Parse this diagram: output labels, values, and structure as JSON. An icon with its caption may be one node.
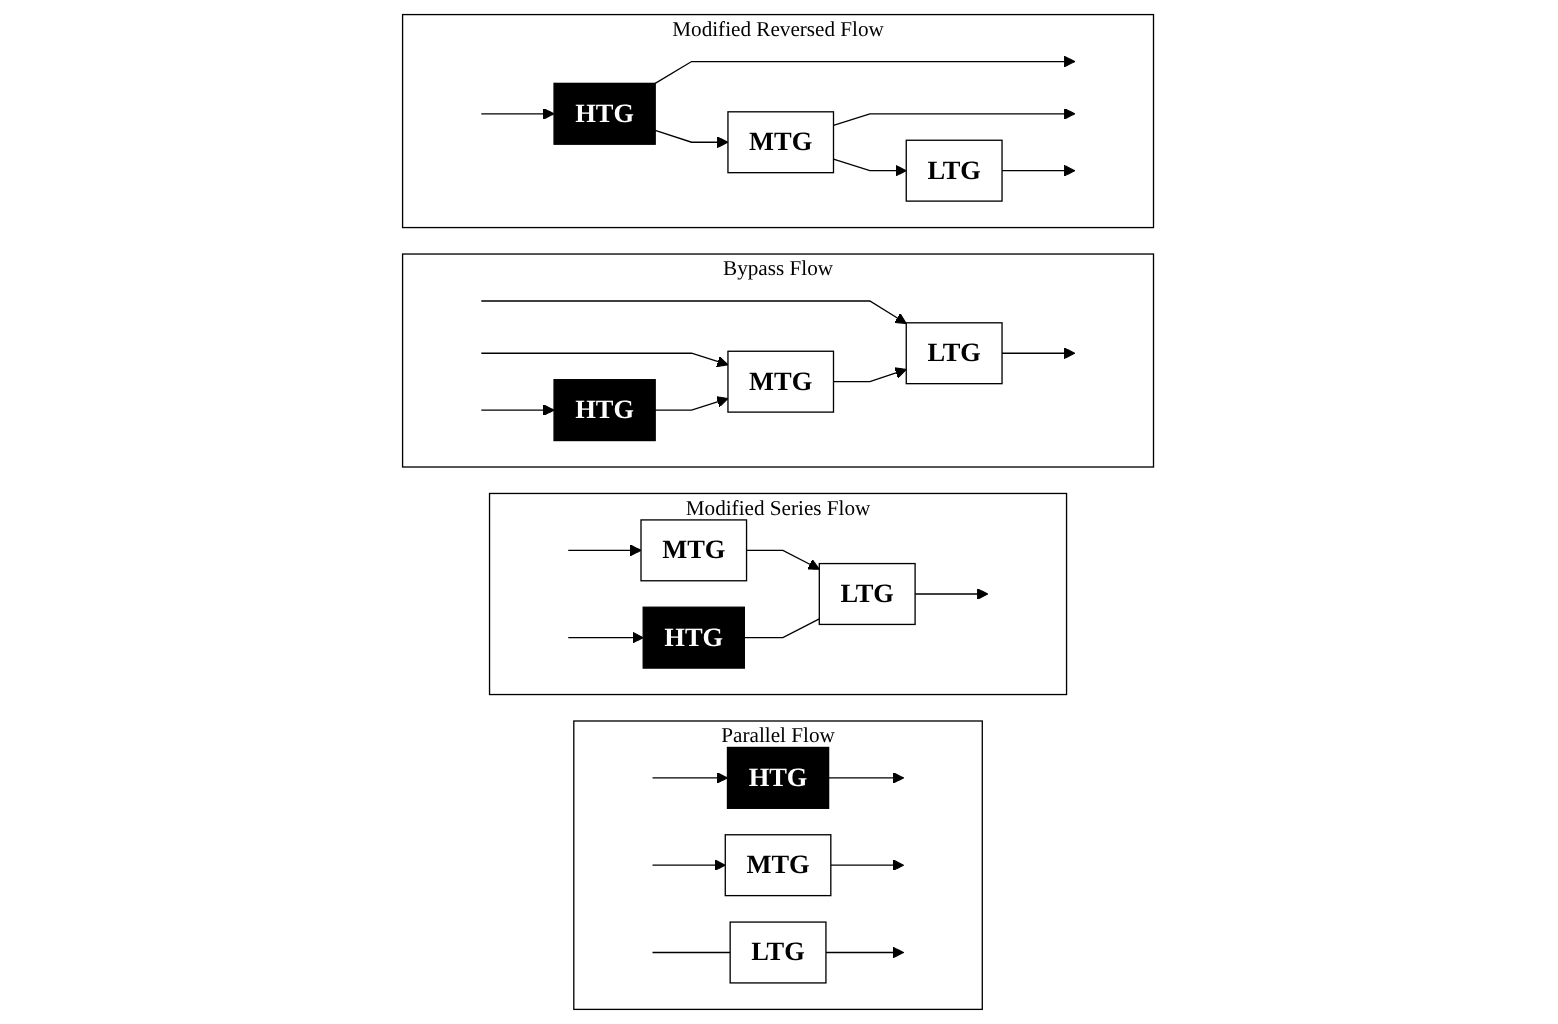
{
  "diagram": {
    "nodes": [
      {
        "text": [
          "Parallel Flow"
        ]
      },
      {
        "text": [
          "HTG"
        ],
        "in": 0
      },
      {
        "text": [
          "MTG"
        ],
        "in": 0
      },
      {
        "text": [
          "LTG"
        ],
        "in": 0
      },
      {
        "text": [
          "Modified Series Flow"
        ]
      },
      {
        "text": [
          "HTG"
        ],
        "in": 4
      },
      {
        "text": [
          "MTG"
        ],
        "in": 4
      },
      {
        "text": [
          "LTG"
        ],
        "in": 4
      },
      {
        "text": [
          "Bypass Flow"
        ]
      },
      {
        "text": [
          "HTG"
        ],
        "in": 8
      },
      {
        "text": [
          "MTG"
        ],
        "in": 8
      },
      {
        "text": [
          "LTG"
        ],
        "in": 8
      },
      {
        "text": [
          "Modified Reversed Flow"
        ]
      },
      {
        "text": [
          "HTG"
        ],
        "in": 12
      },
      {
        "text": [
          "MTG"
        ],
        "in": 12
      },
      {
        "text": [
          "LTG"
        ],
        "in": 12
      }
    ],
    "edges": [
      {
        "from": null,
        "to": 1,
        "arrow": "to"
      },
      {
        "from": null,
        "to": 2,
        "arrow": "to"
      },
      {
        "from": null,
        "to": 3,
        "arrow": "none"
      },
      {
        "from": 1,
        "to": null,
        "arrow": "to"
      },
      {
        "from": 2,
        "to": null,
        "arrow": "to"
      },
      {
        "from": 3,
        "to": null,
        "arrow": "to"
      },
      {
        "from": null,
        "to": 5,
        "arrow": "to"
      },
      {
        "from": null,
        "to": 6,
        "arrow": "to"
      },
      {
        "from": 6,
        "to": 7,
        "arrow": "to"
      },
      {
        "from": 5,
        "to": 7,
        "arrow": "none"
      },
      {
        "from": 7,
        "to": null,
        "arrow": "to"
      },
      {
        "from": null,
        "to": 9,
        "arrow": "to"
      },
      {
        "from": null,
        "to": 10,
        "arrow": "to"
      },
      {
        "from": null,
        "to": 11,
        "arrow": "to"
      },
      {
        "from": 9,
        "to": 10,
        "arrow": "to"
      },
      {
        "from": 10,
        "to": 11,
        "arrow": "to"
      },
      {
        "from": 11,
        "to": null,
        "arrow": "to"
      },
      {
        "from": null,
        "to": 13,
        "arrow": "to"
      },
      {
        "from": 13,
        "to": 14,
        "arrow": "to"
      },
      {
        "from": 14,
        "to": 15,
        "arrow": "to"
      },
      {
        "from": 13,
        "to": null,
        "arrow": "to"
      },
      {
        "from": 14,
        "to": null,
        "arrow": "to"
      },
      {
        "from": 15,
        "to": null,
        "arrow": "to"
      }
    ]
  }
}
